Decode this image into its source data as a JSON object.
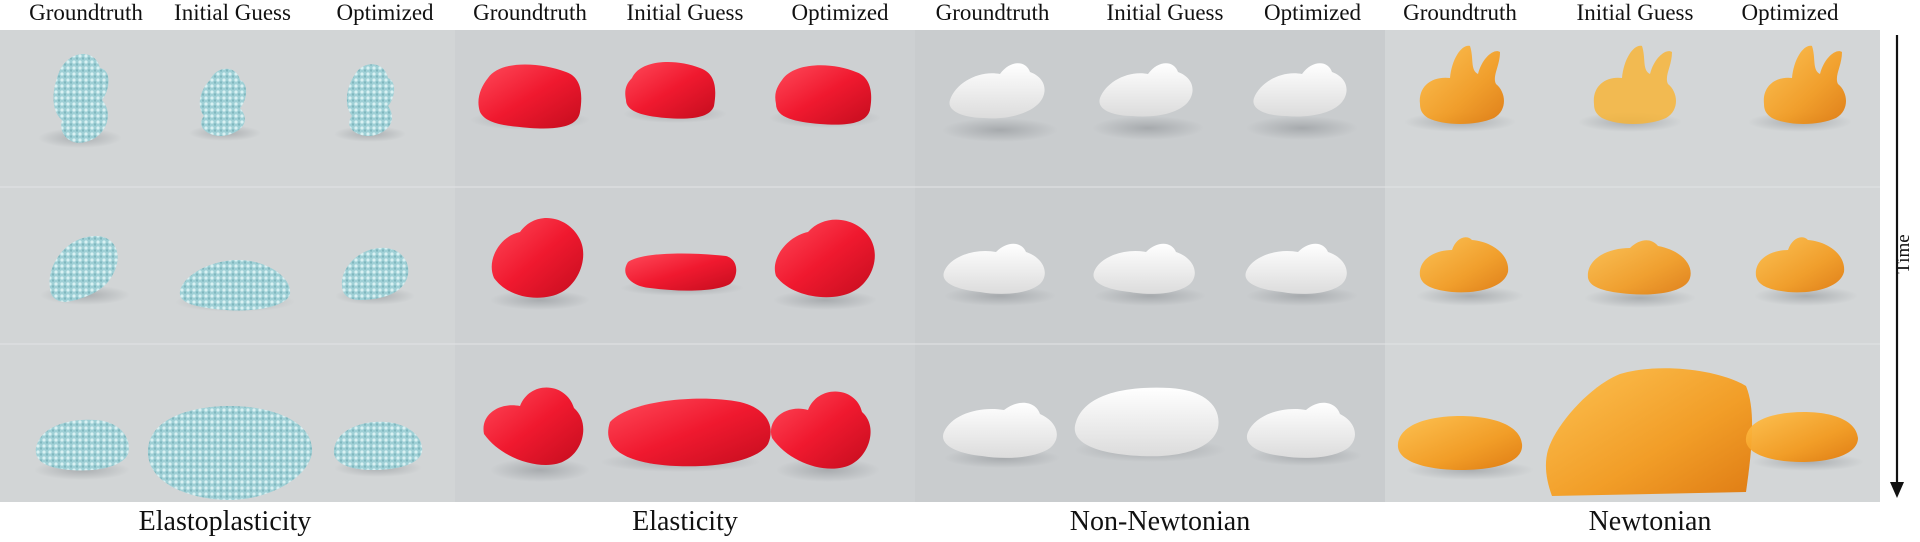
{
  "column_headers": [
    "Groundtruth",
    "Initial Guess",
    "Optimized",
    "Groundtruth",
    "Initial Guess",
    "Optimized",
    "Groundtruth",
    "Initial Guess",
    "Optimized",
    "Groundtruth",
    "Initial Guess",
    "Optimized"
  ],
  "group_captions": [
    "Elastoplasticity",
    "Elasticity",
    "Non-Newtonian",
    "Newtonian"
  ],
  "time_axis_label": "Time",
  "colors": {
    "background": "#cdd0d2",
    "elastoplastic": "#a8d8de",
    "elastic": "#f0192f",
    "non_newtonian": "#f4f4f4",
    "newtonian": "#f39a1e"
  }
}
